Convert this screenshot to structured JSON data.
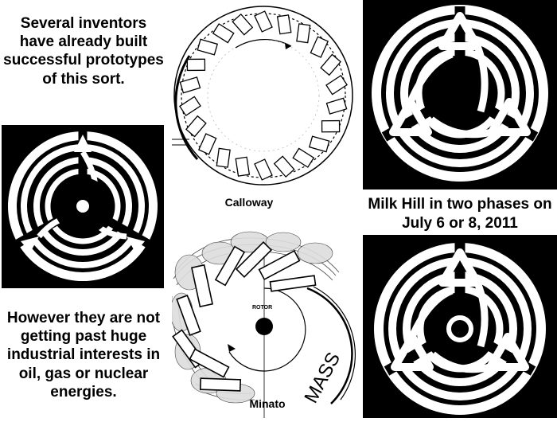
{
  "intro_text": "Several inventors have already built successful prototypes of this sort.",
  "outro_text": "However they are not getting past huge industrial interests in oil, gas or nuclear energies.",
  "captions": {
    "calloway": "Calloway",
    "milk_hill": "Milk Hill in two phases on July 6 or 8, 2011",
    "minato": "Minato"
  },
  "minato_labels": {
    "rotor": "ROTOR",
    "mass": "MASS"
  },
  "colors": {
    "background": "#ffffff",
    "panel": "#000000",
    "glyph": "#ffffff",
    "ink": "#000000"
  }
}
